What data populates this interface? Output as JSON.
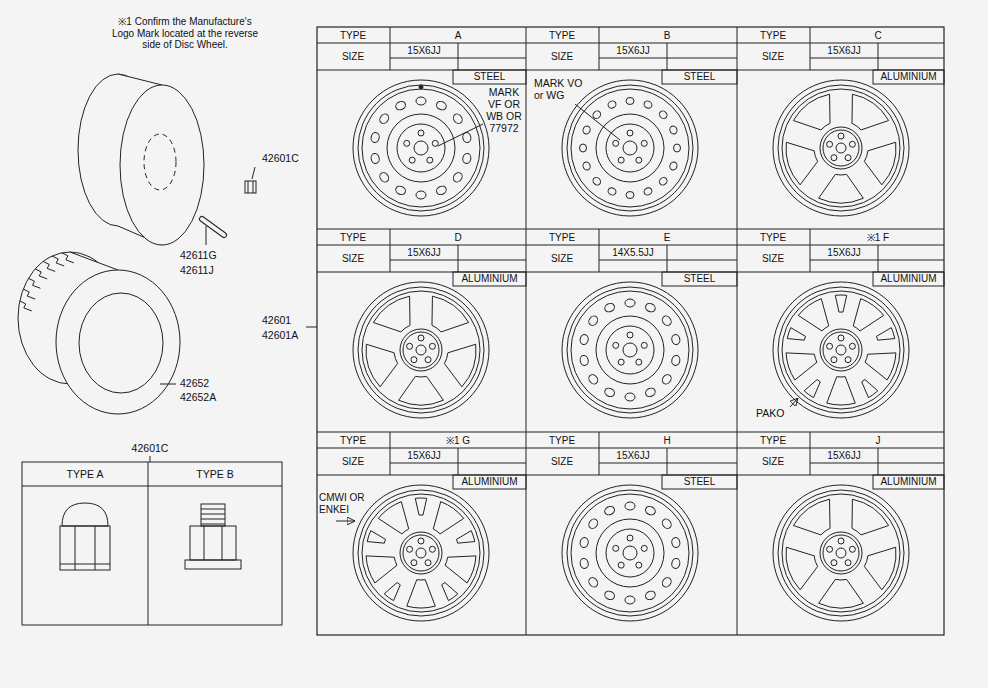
{
  "diagram": {
    "labels": [
      "※1 Confirm the Manufacture's Logo Mark located at the reverse side of Disc Wheel.",
      "TYPE",
      "A",
      "SIZE",
      "15X6JJ",
      "STEEL",
      "MARK VF OR WB OR 77972",
      "TYPE",
      "B",
      "SIZE",
      "15X6JJ",
      "STEEL",
      "MARK VO or WG",
      "TYPE",
      "C",
      "SIZE",
      "15X6JJ",
      "ALUMINIUM",
      "TYPE",
      "D",
      "SIZE",
      "15X6JJ",
      "ALUMINIUM",
      "TYPE",
      "E",
      "SIZE",
      "14X5.5JJ",
      "STEEL",
      "TYPE",
      "※1 F",
      "SIZE",
      "15X6JJ",
      "ALUMINIUM",
      "PAKO",
      "TYPE",
      "※1 G",
      "SIZE",
      "15X6JJ",
      "ALUMINIUM",
      "CMWI OR ENKEI",
      "TYPE",
      "H",
      "SIZE",
      "15X6JJ",
      "STEEL",
      "TYPE",
      "J",
      "SIZE",
      "15X6JJ",
      "ALUMINIUM",
      "42601C",
      "42611G",
      "42611J",
      "42601",
      "42601A",
      "42652",
      "42652A",
      "42601C",
      "TYPE A",
      "TYPE B"
    ]
  }
}
